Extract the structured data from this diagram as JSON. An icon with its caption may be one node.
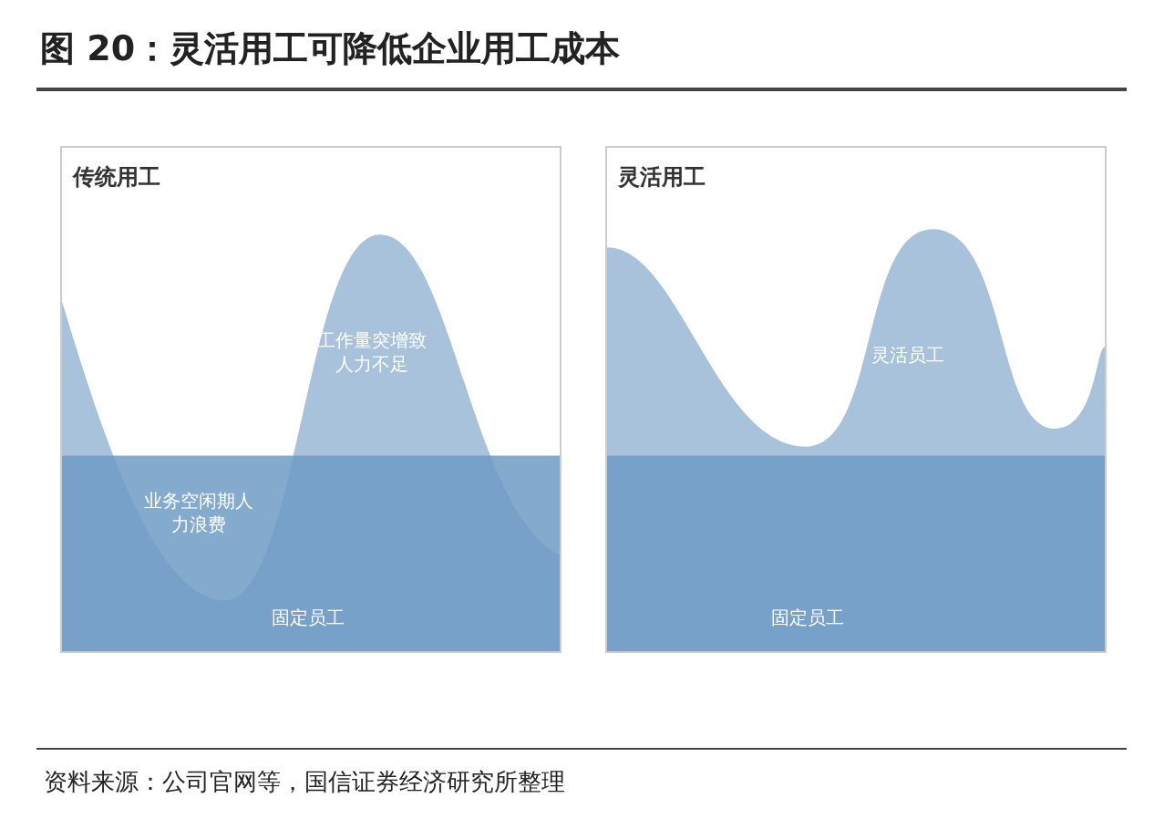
{
  "diagram": {
    "title": "图 20：灵活用工可降低企业用工成本",
    "caption": "资料来源：公司官网等，国信证券经济研究所整理",
    "nodes": [
      {
        "text": [
          "传统用工"
        ]
      },
      {
        "text": [
          "灵活用工"
        ]
      }
    ],
    "labels": [
      "工作量突增致人力不足",
      "业务空闲期人力浪费",
      "固定员工",
      "灵活员工",
      "固定员工"
    ]
  }
}
